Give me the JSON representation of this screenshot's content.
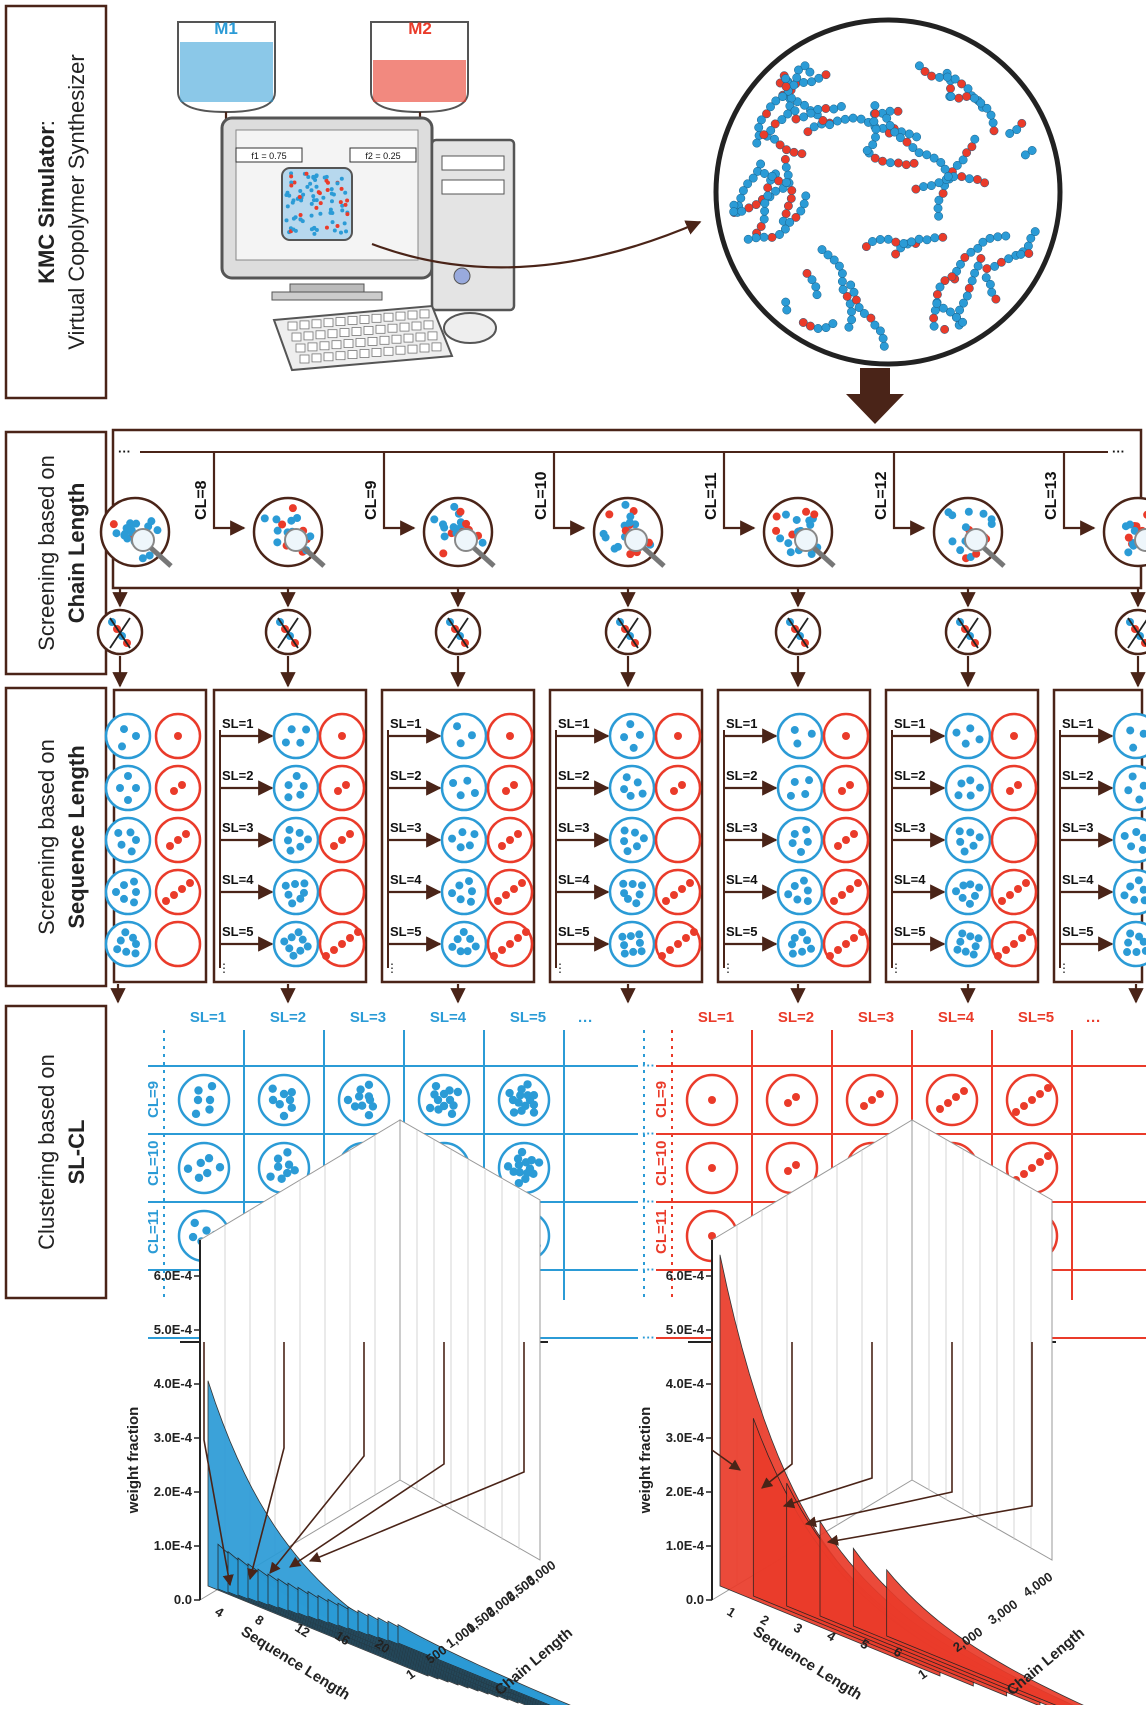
{
  "stages": [
    {
      "title_plain": "KMC Simulator",
      "title_bold": "",
      "title_suffix": ":",
      "subtitle": "Virtual Copolymer Synthesizer"
    },
    {
      "title_plain": "Screening based on",
      "title_bold": "Chain Length"
    },
    {
      "title_plain": "Screening based on",
      "title_bold": "Sequence Length"
    },
    {
      "title_plain": "Clustering based on",
      "title_bold": "SL-CL"
    }
  ],
  "reactor": {
    "m1_label": "M1",
    "m2_label": "M2",
    "f1_label": "f1 = 0.75",
    "f2_label": "f2 = 0.25"
  },
  "chain_lengths": [
    "CL=8",
    "CL=9",
    "CL=10",
    "CL=11",
    "CL=12",
    "CL=13"
  ],
  "sequence_lengths": [
    "SL=1",
    "SL=2",
    "SL=3",
    "SL=4",
    "SL=5"
  ],
  "cluster_rows": [
    "CL=9",
    "CL=10",
    "CL=11"
  ],
  "colors": {
    "blue": "#2b9bd6",
    "red": "#ea3b2a",
    "frame": "#4a2418"
  },
  "chart_data": [
    {
      "type": "area",
      "series_color": "#2b9bd6",
      "zlabel": "weight fraction",
      "xlabel": "Sequence Length",
      "ylabel": "Chain Length",
      "z_ticks": [
        "0.0",
        "1.0E-4",
        "2.0E-4",
        "3.0E-4",
        "4.0E-4",
        "5.0E-4",
        "6.0E-4"
      ],
      "x_ticks": [
        "4",
        "8",
        "12",
        "16",
        "20"
      ],
      "y_ticks": [
        "1",
        "500",
        "1,000",
        "1,500",
        "2,000",
        "2,500",
        "3,000"
      ],
      "zlim": [
        0,
        0.0006
      ]
    },
    {
      "type": "area",
      "series_color": "#ea3b2a",
      "zlabel": "weight fraction",
      "xlabel": "Sequence Length",
      "ylabel": "Chain Length",
      "z_ticks": [
        "0.0",
        "1.0E-4",
        "2.0E-4",
        "3.0E-4",
        "4.0E-4",
        "5.0E-4",
        "6.0E-4"
      ],
      "x_ticks": [
        "1",
        "2",
        "3",
        "4",
        "5",
        "6"
      ],
      "y_ticks": [
        "1",
        "2,000",
        "3,000",
        "4,000"
      ],
      "zlim": [
        0,
        0.0006
      ]
    }
  ]
}
